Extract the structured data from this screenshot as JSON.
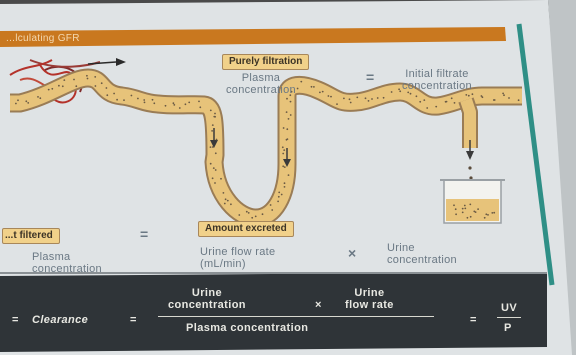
{
  "header": {
    "banner_text": "...lculating GFR"
  },
  "labels": {
    "purely_filtration": "Purely filtration",
    "plasma_concentration_top": "Plasma\nconcentration",
    "equals_top": "=",
    "initial_filtrate_concentration": "Initial filtrate\nconcentration",
    "amount_filtered": "...t filtered",
    "equals_mid": "=",
    "plasma_concentration_bottom": "Plasma\nconcentration",
    "amount_excreted": "Amount excreted",
    "urine_flow_rate": "Urine flow rate\n(mL/min)",
    "times_mid": "×",
    "urine_concentration": "Urine\nconcentration"
  },
  "equation": {
    "prefix": "=",
    "lhs": "Clearance",
    "equals1": "=",
    "num_a": "Urine\nconcentration",
    "times": "×",
    "num_b": "Urine\nflow rate",
    "denominator": "Plasma concentration",
    "equals2": "=",
    "uv": "UV",
    "p": "P"
  },
  "colors": {
    "page": "#dfe3e5",
    "banner": "#c9781f",
    "tubule_fill": "#e7c37a",
    "tubule_border": "#9a7c55",
    "label_text": "#6a7884",
    "tag_fill": "#f1d18a",
    "equation_bg": "#2f3438",
    "equation_text": "#e8e8e2",
    "capillary_red": "#b4322a",
    "edge_teal": "#2f8f86"
  },
  "icons": [
    "flow-arrow-icon",
    "tubule-flow-arrow-icon",
    "collecting-beaker-icon"
  ]
}
